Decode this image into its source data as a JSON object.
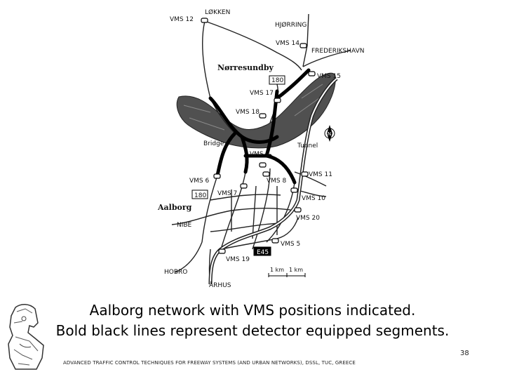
{
  "caption": {
    "line1": "Aalborg network with VMS positions indicated.",
    "line2": "Bold black lines represent detector equipped segments."
  },
  "footer": "ADVANCED TRAFFIC CONTROL TECHNIQUES FOR FREEWAY SYSTEMS (AND URBAN NETWORKS), DSSL, TUC, GREECE",
  "page_number": "38",
  "map": {
    "places": {
      "lokken": "LØKKEN",
      "hjorring": "HJØRRING",
      "frederikshavn": "FREDERIKSHAVN",
      "norresundby": "Nørresundby",
      "aalborg": "Aalborg",
      "bridge": "Bridge",
      "tunnel": "Tunnel",
      "nibe": "NIBE",
      "hobro": "HOBRO",
      "arhus": "ÅRHUS"
    },
    "vms": {
      "vms12": "VMS 12",
      "vms14": "VMS 14",
      "vms15": "VMS 15",
      "vms17": "VMS 17",
      "vms18": "VMS 18",
      "vms9": "VMS 9",
      "vms11": "VMS 11",
      "vms6": "VMS 6",
      "vms8": "VMS 8",
      "vms7": "VMS 7",
      "vms10": "VMS 10",
      "vms20": "VMS 20",
      "vms5": "VMS 5",
      "vms19": "VMS 19"
    },
    "road_numbers": {
      "r180c": "180",
      "r180": "180",
      "e45": "E45"
    },
    "north": "N",
    "scale": {
      "a": "1 km",
      "b": "1 km"
    }
  }
}
